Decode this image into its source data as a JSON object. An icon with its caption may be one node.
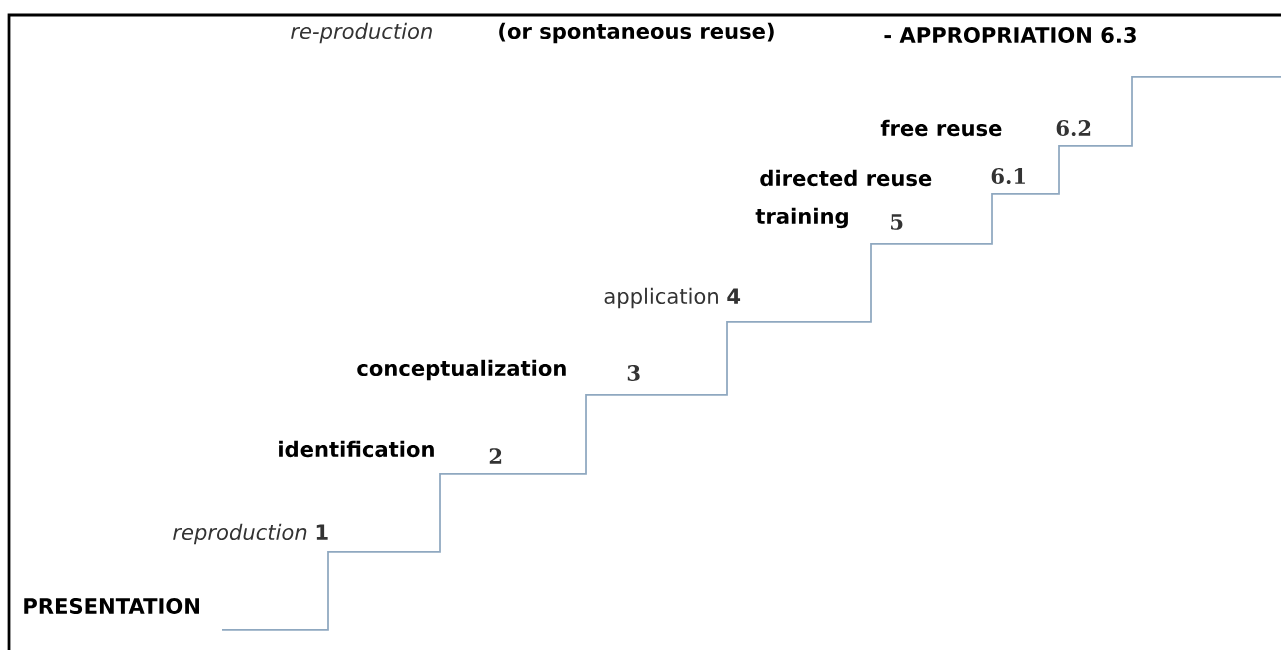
{
  "diagram": {
    "labels": [
      "re-production",
      "(or spontaneous reuse)",
      "- APPROPRIATION 6.3",
      "free reuse",
      "6.2",
      "directed reuse",
      "6.1",
      "training",
      "5",
      "application **4**",
      "conceptualization",
      "3",
      "identification",
      "2",
      "*reproduction* **1**",
      "PRESENTATION"
    ]
  }
}
